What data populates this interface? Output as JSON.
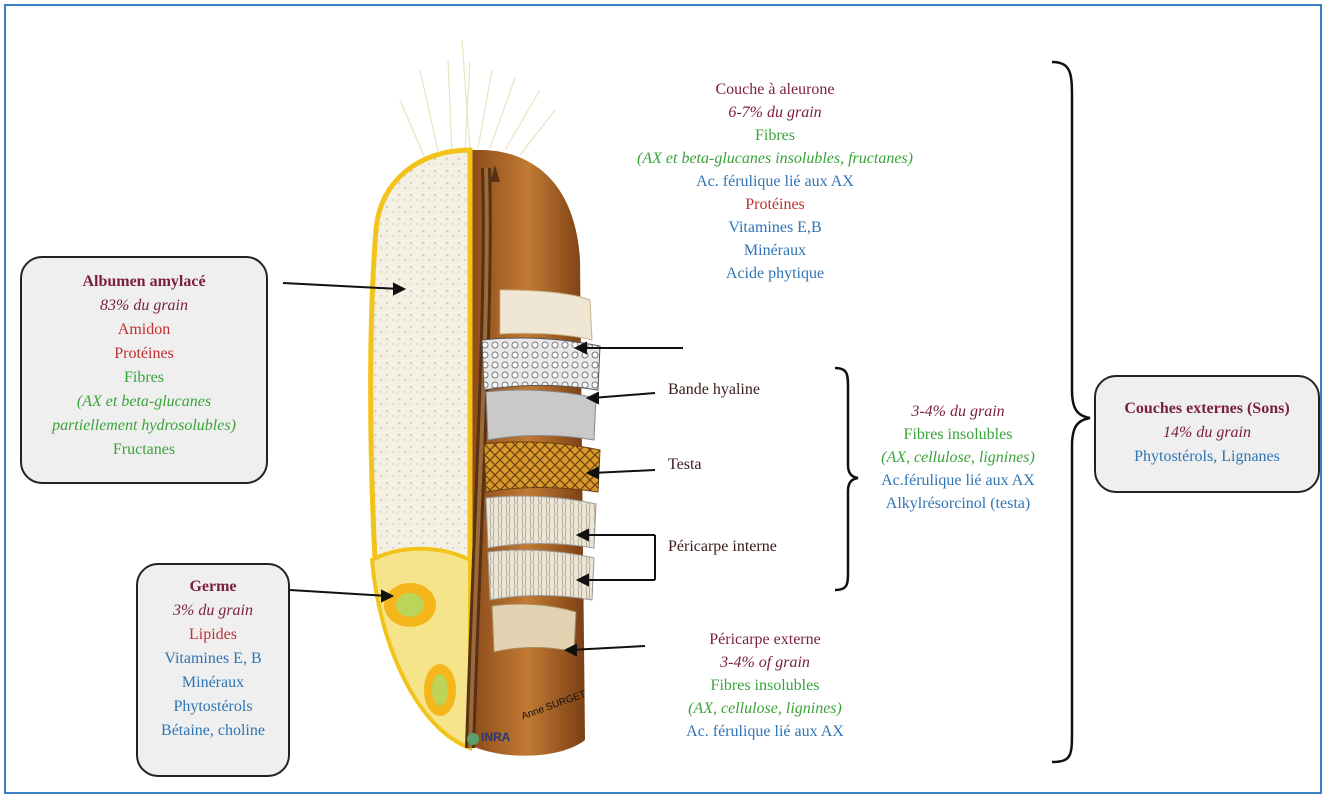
{
  "colors": {
    "dark_red": "#7a1f3d",
    "red": "#c0302f",
    "green": "#3aa33a",
    "blue": "#2f74b5",
    "frame": "#3a7fc4"
  },
  "albumen": {
    "title": "Albumen amylacé",
    "pct": "83% du grain",
    "l1": "Amidon",
    "l2": "Protéines",
    "l3": "Fibres",
    "l4": "(AX et beta-glucanes",
    "l5": "partiellement hydrosolubles)",
    "l6": "Fructanes"
  },
  "germe": {
    "title": "Germe",
    "pct": "3% du grain",
    "l1": "Lipides",
    "l2": "Vitamines E, B",
    "l3": "Minéraux",
    "l4": "Phytostérols",
    "l5": "Bétaine, choline"
  },
  "aleurone": {
    "title": "Couche à aleurone",
    "pct": "6-7% du grain",
    "l1": "Fibres",
    "l2": "(AX et beta-glucanes insolubles, fructanes)",
    "l3": "Ac. férulique lié aux AX",
    "l4": "Protéines",
    "l5": "Vitamines E,B",
    "l6": "Minéraux",
    "l7": "Acide phytique"
  },
  "labels": {
    "hyaline": "Bande hyaline",
    "testa": "Testa",
    "pericarpe_interne": "Péricarpe interne"
  },
  "middle": {
    "pct": "3-4% du grain",
    "l1": "Fibres insolubles",
    "l2": "(AX, cellulose, lignines)",
    "l3": "Ac.férulique lié aux AX",
    "l4": "Alkylrésorcinol (testa)"
  },
  "pericarpe_externe": {
    "title": "Péricarpe externe",
    "pct": "3-4% of grain",
    "l1": "Fibres insolubles",
    "l2": "(AX, cellulose, lignines)",
    "l3": "Ac. férulique lié aux AX"
  },
  "couches": {
    "title": "Couches externes (Sons)",
    "pct": "14% du  grain",
    "l1": "Phytostérols, Lignanes"
  },
  "credit": {
    "logo": "INRA",
    "author": "Anne SURGET"
  }
}
